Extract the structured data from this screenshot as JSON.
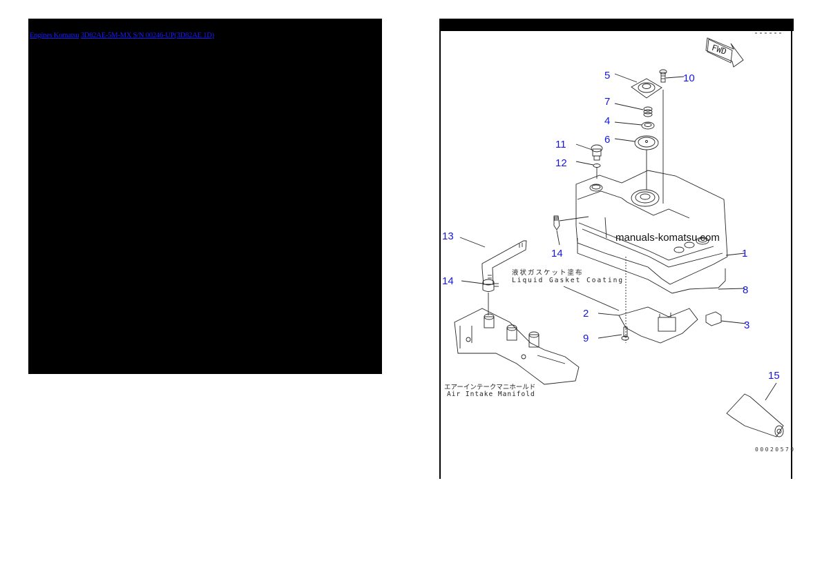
{
  "breadcrumb": {
    "items": [
      {
        "label": "Engines Komatsu"
      },
      {
        "label": "3D82AE-5M-MX S/N 00246-UP(3D82AE 1D)"
      }
    ],
    "link_color": "#1a1aff"
  },
  "diagram": {
    "orientation_marker": "FWD",
    "watermark": "manuals-komatsu.com",
    "drawing_code": "00020570",
    "annotations": {
      "gasket_jp": "液状ガスケット塗布",
      "gasket_en": "Liquid Gasket Coating",
      "manifold_jp": "エアーインテークマニホールド",
      "manifold_en": "Air Intake Manifold"
    },
    "callouts": [
      {
        "num": "1"
      },
      {
        "num": "2"
      },
      {
        "num": "3"
      },
      {
        "num": "4"
      },
      {
        "num": "5"
      },
      {
        "num": "6"
      },
      {
        "num": "7"
      },
      {
        "num": "8"
      },
      {
        "num": "9"
      },
      {
        "num": "10"
      },
      {
        "num": "11"
      },
      {
        "num": "12"
      },
      {
        "num": "13"
      },
      {
        "num": "14"
      },
      {
        "num": "14"
      },
      {
        "num": "15"
      }
    ],
    "callout_color": "#1515e0"
  }
}
